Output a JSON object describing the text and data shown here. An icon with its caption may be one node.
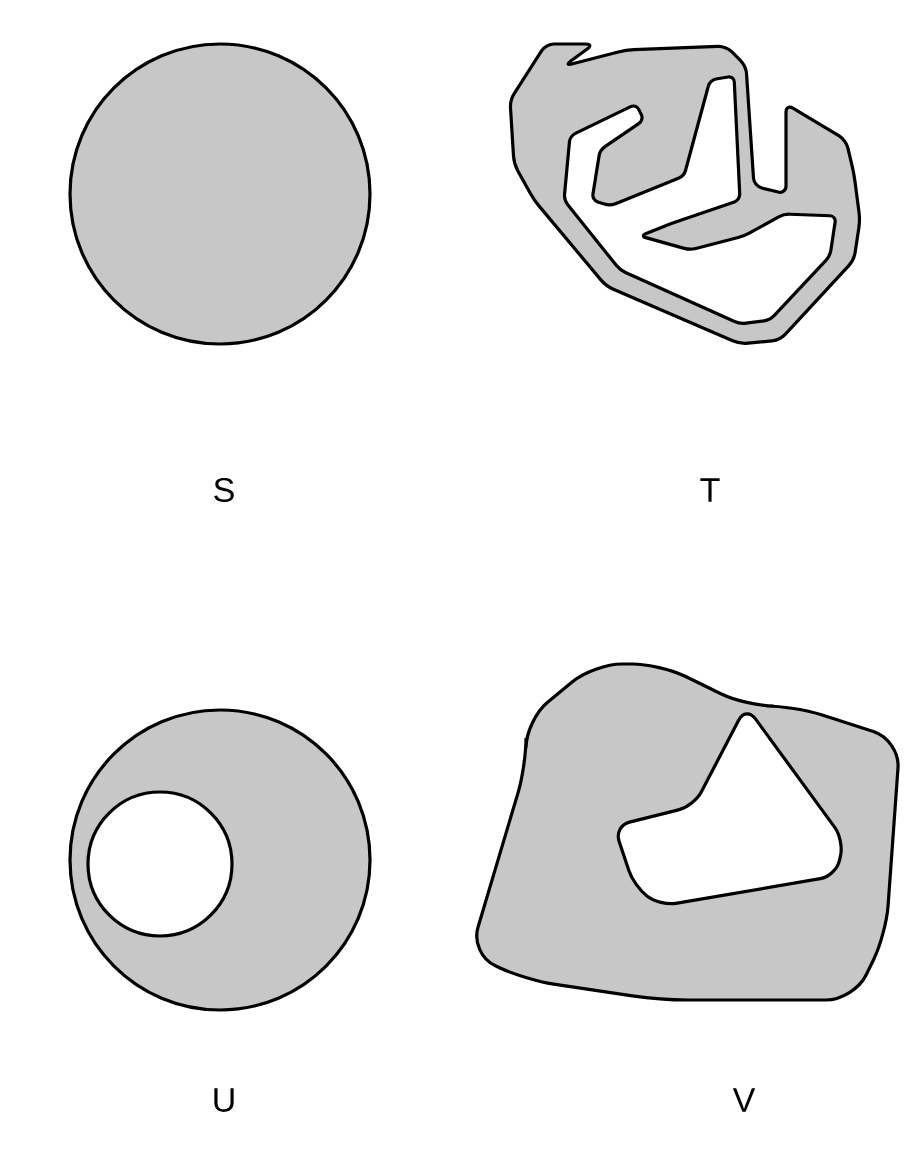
{
  "diagram": {
    "labels": [
      "S",
      "T",
      "U",
      "V"
    ]
  }
}
